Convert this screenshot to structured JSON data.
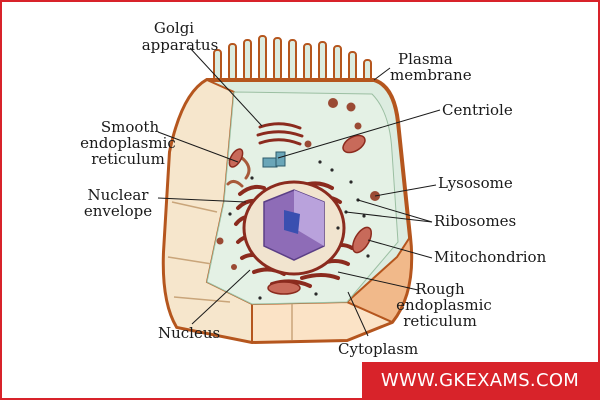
{
  "diagram": {
    "labels": {
      "golgi_line1": "Golgi",
      "golgi_line2": "apparatus",
      "plasma_line1": "Plasma",
      "plasma_line2": "membrane",
      "centriole": "Centriole",
      "smooth_er_line1": "Smooth",
      "smooth_er_line2": "endoplasmic",
      "smooth_er_line3": "reticulum",
      "lysosome": "Lysosome",
      "nuclear_env_line1": "Nuclear",
      "nuclear_env_line2": "envelope",
      "ribosomes": "Ribosomes",
      "mitochondrion": "Mitochondrion",
      "rough_er_line1": "Rough",
      "rough_er_line2": "endoplasmic",
      "rough_er_line3": "reticulum",
      "nucleus": "Nucleus",
      "cytoplasm": "Cytoplasm"
    },
    "watermark": "WWW.GKEXAMS.COM"
  },
  "colors": {
    "frame_border": "#d8232a",
    "watermark_bg": "#d8232a",
    "membrane": "#b5561e",
    "cell_body": "#dcece0",
    "cut_face": "#f6e6cc",
    "nucleus": "#8e6cb7",
    "er": "#8b2b1e"
  }
}
